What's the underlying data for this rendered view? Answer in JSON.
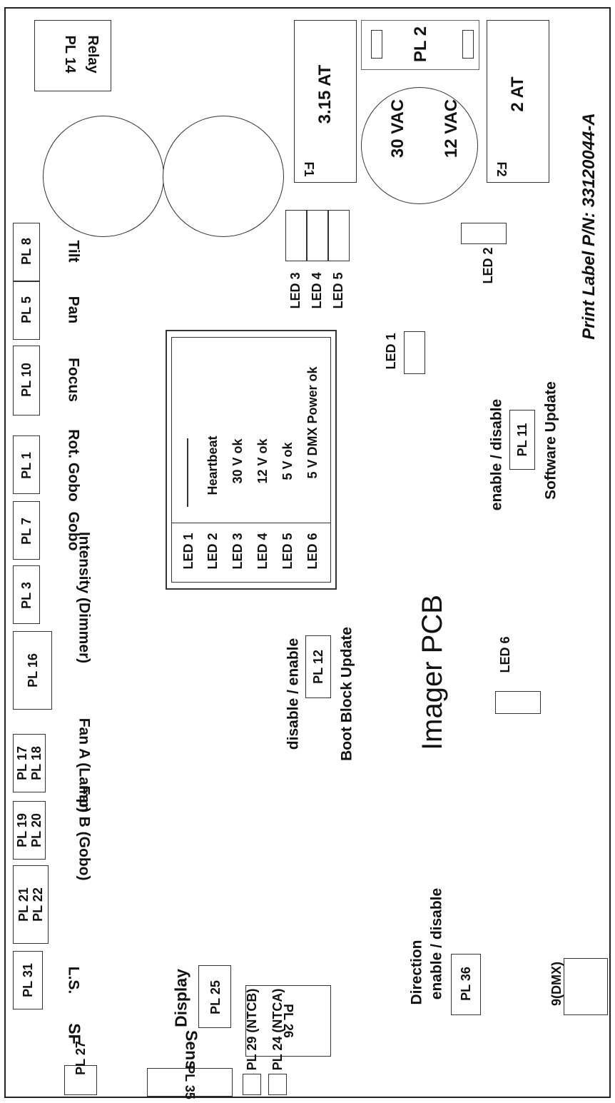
{
  "title": "Imager PCB",
  "print_label": "Print Label P/N: 33120044-A",
  "left_connectors": [
    {
      "id": "PL 8",
      "func": "Tilt"
    },
    {
      "id": "PL 5",
      "func": "Pan"
    },
    {
      "id": "PL 10",
      "func": "Focus"
    },
    {
      "id": "PL 1",
      "func": "Rot. Gobo"
    },
    {
      "id": "PL 7",
      "func": "Gobo"
    },
    {
      "id": "PL 3",
      "func": "Intensity (Dimmer)"
    },
    {
      "id": "PL 16",
      "func": ""
    },
    {
      "id": "PL 17 PL 18",
      "func": "Fan A (Lamp)"
    },
    {
      "id": "PL 19 PL 20",
      "func": "Fan B (Gobo)"
    },
    {
      "id": "PL 21 PL 22",
      "func": ""
    },
    {
      "id": "PL 31",
      "func": "L.S."
    }
  ],
  "relay": {
    "id": "PL 14",
    "func": "Relay"
  },
  "display": {
    "id": "PL 25",
    "func": "Display"
  },
  "pl26": "PL 26",
  "pl35": {
    "id": "PL 35",
    "func": "Sensor"
  },
  "pl27": {
    "id": "PL 27",
    "func": "SF"
  },
  "pl29": "PL 29 (NTCB)",
  "pl24": "PL 24 (NTCA)",
  "fuses": [
    {
      "id": "F1",
      "rating": "3.15 AT"
    },
    {
      "id": "F2",
      "rating": "2 AT"
    }
  ],
  "transformer": {
    "id": "PL 2",
    "v1": "30 VAC",
    "v2": "12 VAC"
  },
  "led_legend": {
    "rows": [
      {
        "led": "LED 1",
        "status": "—"
      },
      {
        "led": "LED 2",
        "status": "Heartbeat"
      },
      {
        "led": "LED 3",
        "status": "30 V ok"
      },
      {
        "led": "LED 4",
        "status": "12 V ok"
      },
      {
        "led": "LED 5",
        "status": "5 V ok"
      },
      {
        "led": "LED 6",
        "status": "5 V DMX Power ok"
      }
    ]
  },
  "leds": {
    "led1": "LED 1",
    "led2": "LED 2",
    "led3": "LED 3",
    "led4": "LED 4",
    "led5": "LED 5",
    "led6": "LED 6"
  },
  "pl12": {
    "id": "PL 12",
    "line1": "disable / enable",
    "line2": "Boot Block Update"
  },
  "pl11": {
    "id": "PL 11",
    "line1": "enable / disable",
    "line2": "Software Update"
  },
  "pl36": {
    "id": "PL 36",
    "line1": "Direction",
    "line2": "enable / disable"
  },
  "dmx": "9(DMX)"
}
